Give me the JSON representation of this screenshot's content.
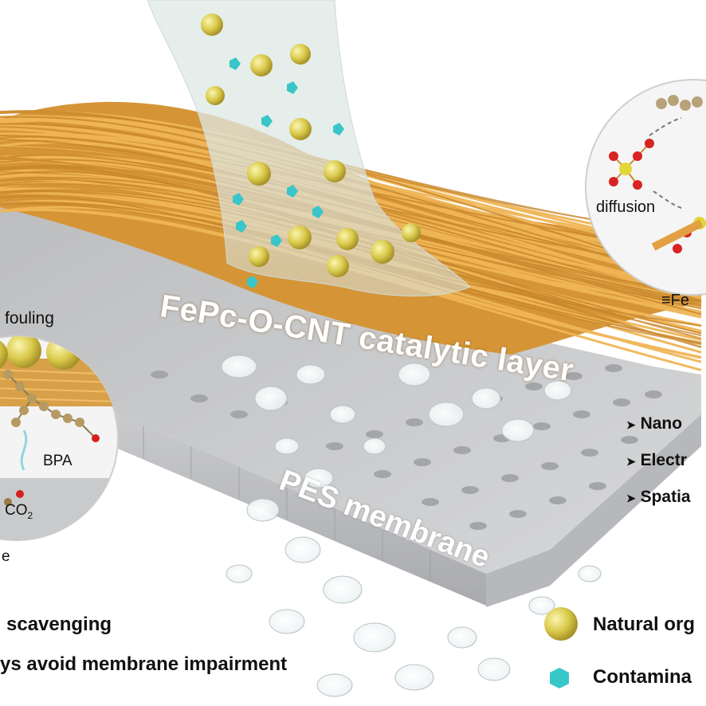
{
  "labels": {
    "catalytic_layer": "FePc-O-CNT catalytic layer",
    "pes_membrane": "PES membrane",
    "fouling": "fouling",
    "bpa": "BPA",
    "co2": "CO",
    "co2_sub": "2",
    "left_partial": "e",
    "diffusion": "diffusion",
    "fe_partial": "≡Fe"
  },
  "features": [
    {
      "arrow": "➤",
      "text": "Nano"
    },
    {
      "arrow": "➤",
      "text": "Electr"
    },
    {
      "arrow": "➤",
      "text": "Spatia"
    }
  ],
  "bottom_lines": [
    "scavenging",
    "ys avoid membrane impairment"
  ],
  "legend": [
    {
      "icon": "yellow-sphere-icon",
      "text": "Natural org",
      "color": "#d9c94a"
    },
    {
      "icon": "cyan-cube-icon",
      "text": "Contamina",
      "color": "#39c6c9"
    }
  ],
  "colors": {
    "fiber": "#e2a240",
    "membrane": "#cfd0d2",
    "water": "#eaf1ef"
  }
}
